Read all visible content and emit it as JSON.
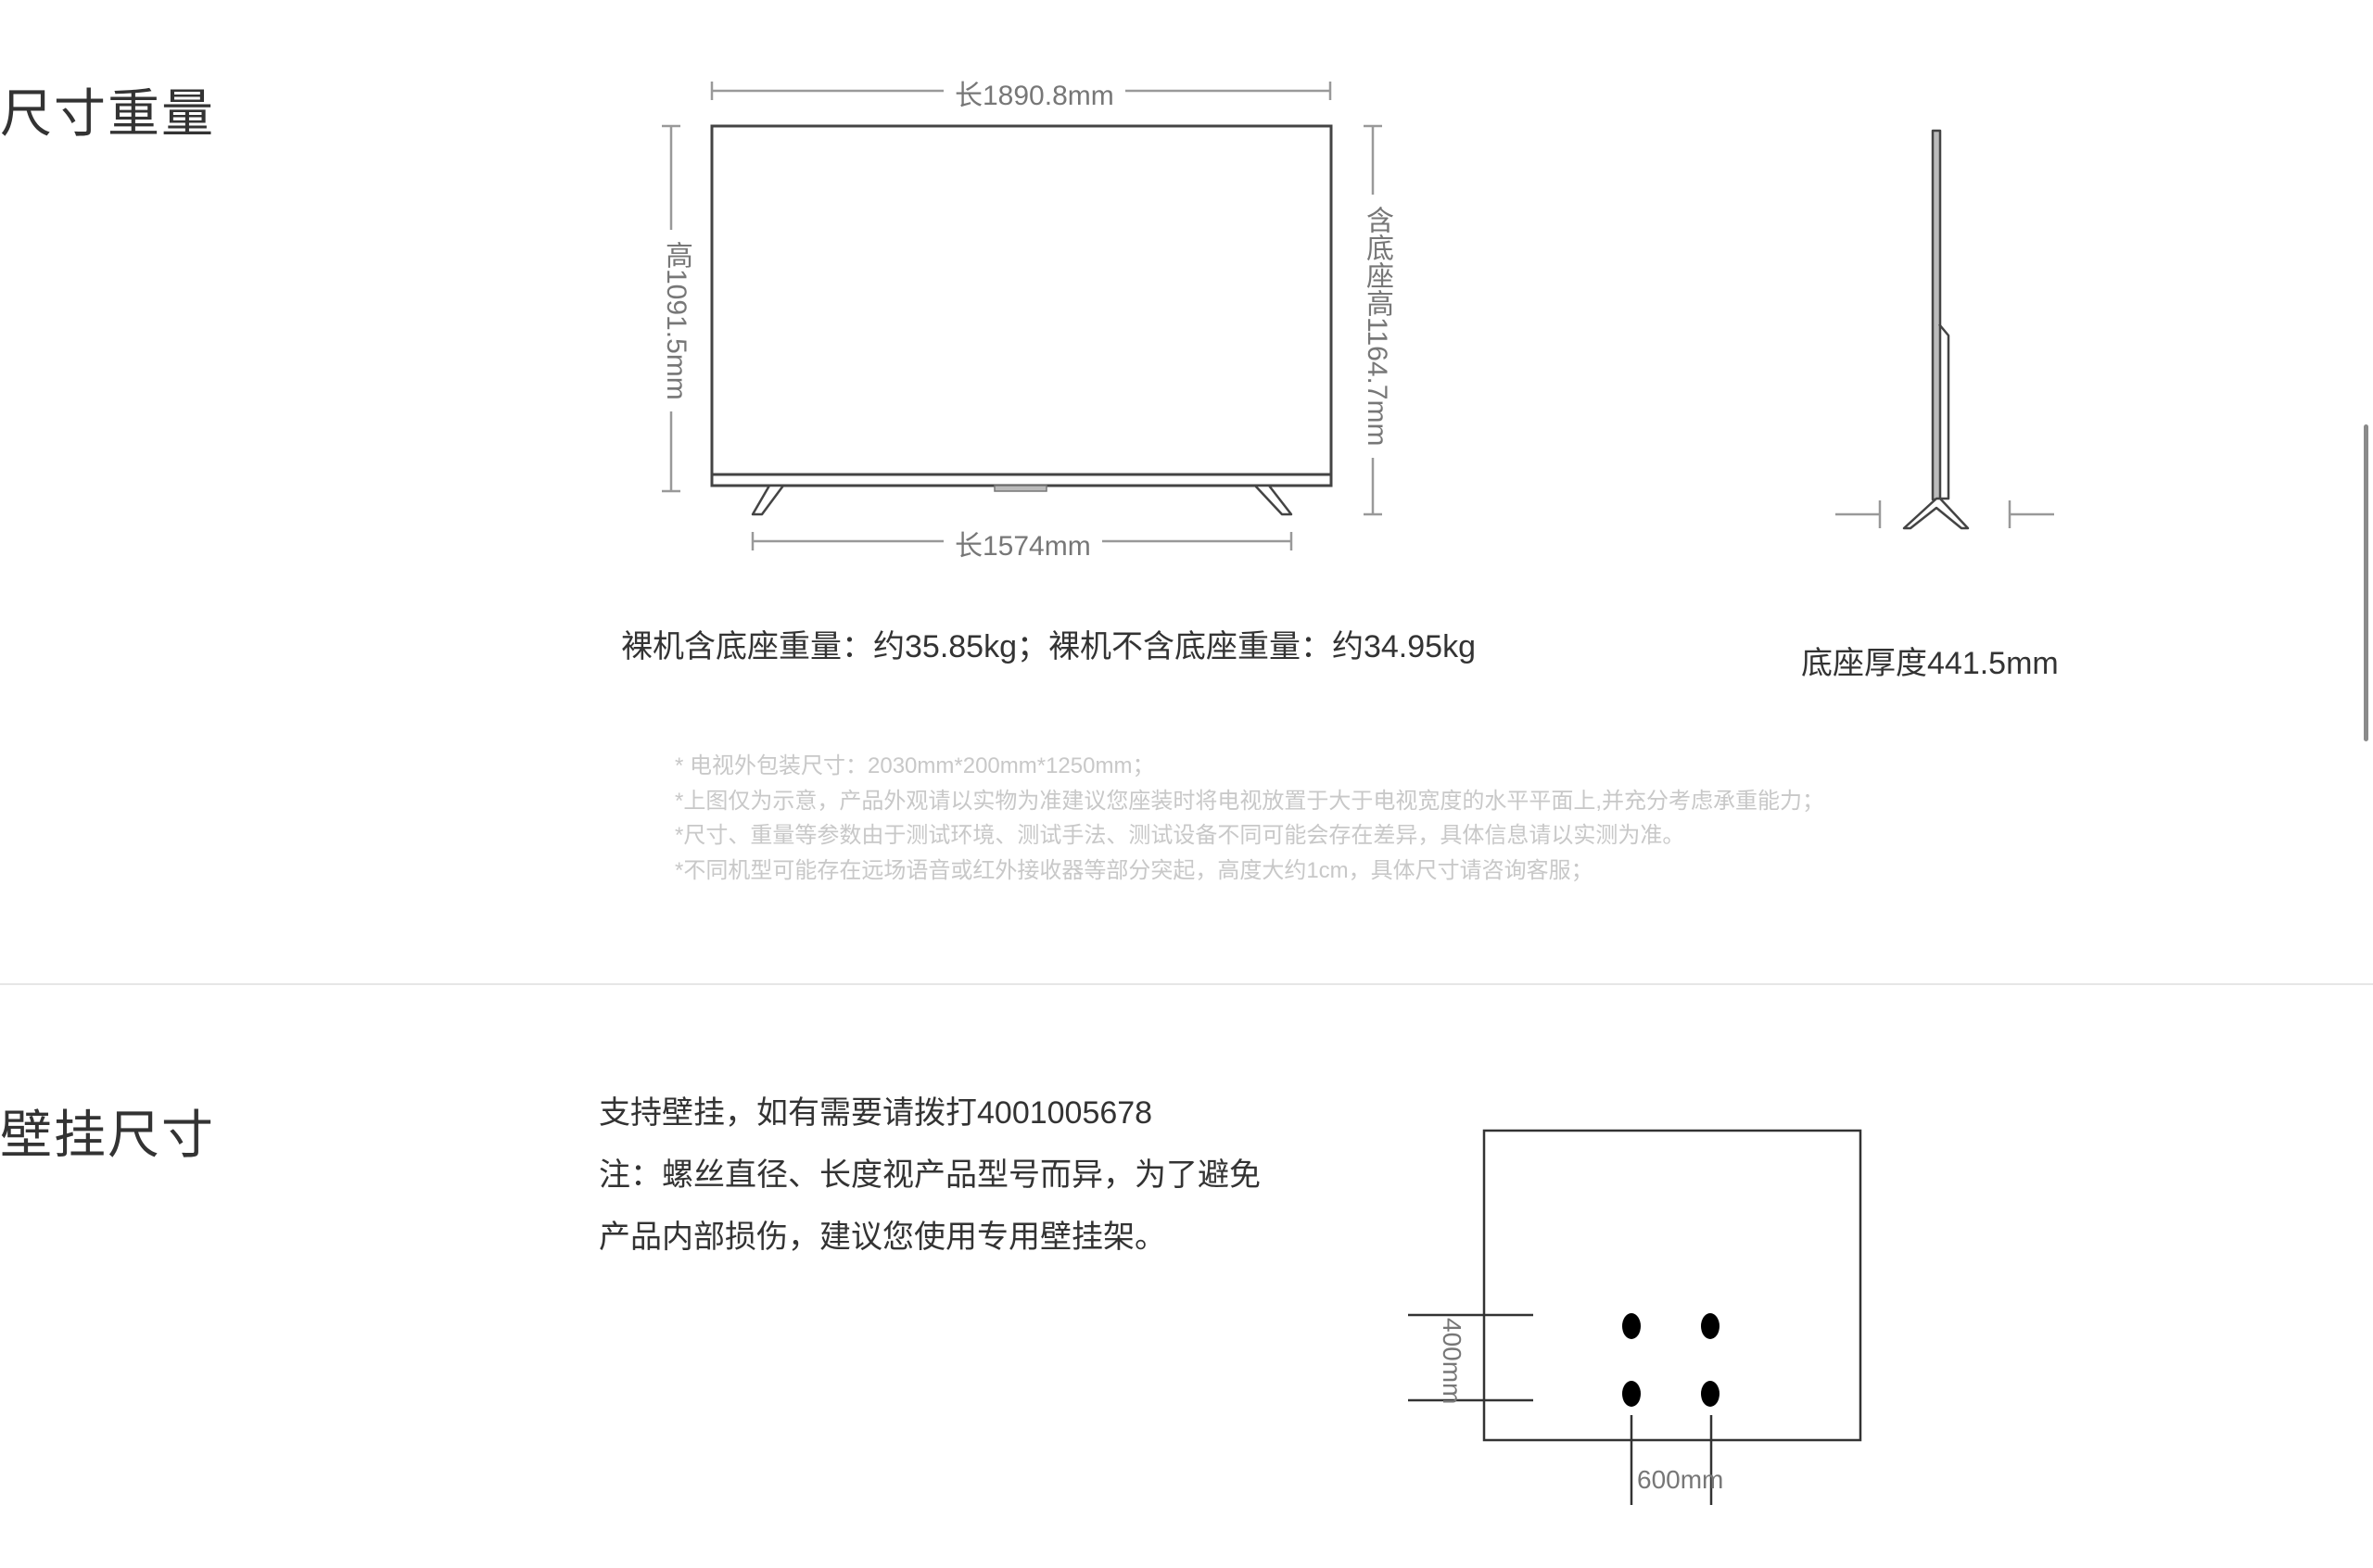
{
  "size_weight": {
    "title": "尺寸重量",
    "front_view": {
      "overall_width_label": "长1890.8mm",
      "height_label": "高1091.5mm",
      "height_with_stand_label": "含底座高1164.7mm",
      "stand_width_label": "长1574mm"
    },
    "side_view": {
      "stand_depth_label": "底座厚度441.5mm"
    },
    "weight_text": "裸机含底座重量：约35.85kg；裸机不含底座重量：约34.95kg",
    "notes": [
      "* 电视外包装尺寸：2030mm*200mm*1250mm；",
      "*上图仅为示意，产品外观请以实物为准建议您座装时将电视放置于大于电视宽度的水平平面上,并充分考虑承重能力；",
      "*尺寸、重量等参数由于测试环境、测试手法、测试设备不同可能会存在差异，具体信息请以实测为准。",
      "*不同机型可能存在远场语音或红外接收器等部分突起，高度大约1cm，具体尺寸请咨询客服；"
    ]
  },
  "wall_mount": {
    "title": "壁挂尺寸",
    "lines": [
      "支持壁挂，如有需要请拨打4001005678",
      "注：螺丝直径、长度视产品型号而异，为了避免",
      "产品内部损伤，建议您使用专用壁挂架。"
    ],
    "diagram": {
      "vertical_spacing_label": "400mm",
      "horizontal_spacing_label": "600mm"
    }
  },
  "colors": {
    "text": "#333333",
    "dimension_line": "#999999",
    "note_text": "#c8c8c8",
    "divider": "#e6e6e6",
    "scrollbar": "#8a8a8a"
  }
}
